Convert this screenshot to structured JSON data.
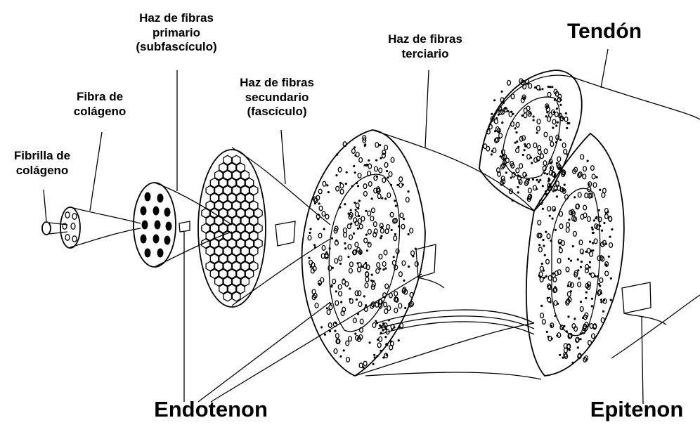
{
  "labels": {
    "fibrilla": [
      "Fibrilla de",
      "colágeno"
    ],
    "fibra": [
      "Fibra de",
      "colágeno"
    ],
    "primario": [
      "Haz de fibras",
      "primario",
      "(subfascículo)"
    ],
    "secundario": [
      "Haz de fibras",
      "secundario",
      "(fascículo)"
    ],
    "terciario": [
      "Haz de fibras",
      "terciario"
    ],
    "tendon": "Tendón",
    "endotenon": "Endotenon",
    "epitenon": "Epitenon"
  }
}
